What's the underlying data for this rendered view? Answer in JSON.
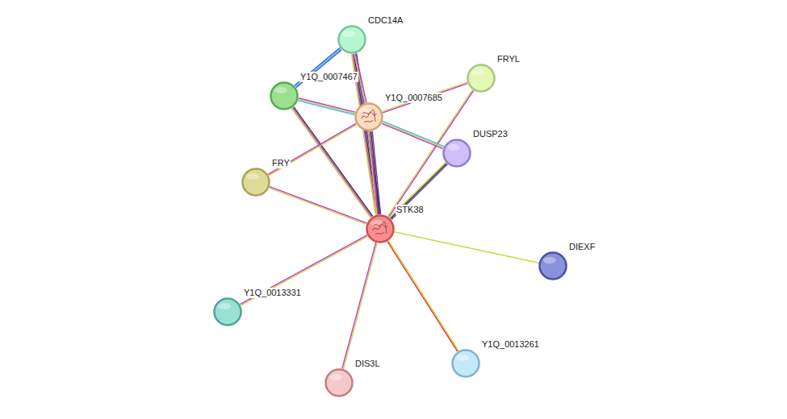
{
  "diagram": {
    "nodes": [
      {
        "text": [
          "CDC14A"
        ]
      },
      {
        "text": [
          "Y1Q_0007467"
        ]
      },
      {
        "text": [
          "Y1Q_0007685"
        ]
      },
      {
        "text": [
          "FRYL"
        ]
      },
      {
        "text": [
          "DUSP23"
        ]
      },
      {
        "text": [
          "FRY"
        ]
      },
      {
        "text": [
          "STK38"
        ]
      },
      {
        "text": [
          "DIEXF"
        ]
      },
      {
        "text": [
          "Y1Q_0013331"
        ]
      },
      {
        "text": [
          "DIS3L"
        ]
      },
      {
        "text": [
          "Y1Q_0013261"
        ]
      }
    ],
    "edges": [
      {
        "from": 6,
        "to": 0,
        "arrow": "none"
      },
      {
        "from": 6,
        "to": 1,
        "arrow": "none"
      },
      {
        "from": 6,
        "to": 2,
        "arrow": "none"
      },
      {
        "from": 6,
        "to": 3,
        "arrow": "none"
      },
      {
        "from": 6,
        "to": 4,
        "arrow": "none"
      },
      {
        "from": 6,
        "to": 5,
        "arrow": "none"
      },
      {
        "from": 6,
        "to": 7,
        "arrow": "none"
      },
      {
        "from": 6,
        "to": 8,
        "arrow": "none"
      },
      {
        "from": 6,
        "to": 9,
        "arrow": "none"
      },
      {
        "from": 6,
        "to": 10,
        "arrow": "none"
      },
      {
        "from": 2,
        "to": 0,
        "arrow": "none"
      },
      {
        "from": 2,
        "to": 1,
        "arrow": "none"
      },
      {
        "from": 2,
        "to": 3,
        "arrow": "none"
      },
      {
        "from": 2,
        "to": 4,
        "arrow": "none"
      },
      {
        "from": 2,
        "to": 5,
        "arrow": "none"
      },
      {
        "from": 1,
        "to": 0,
        "arrow": "none"
      }
    ]
  }
}
